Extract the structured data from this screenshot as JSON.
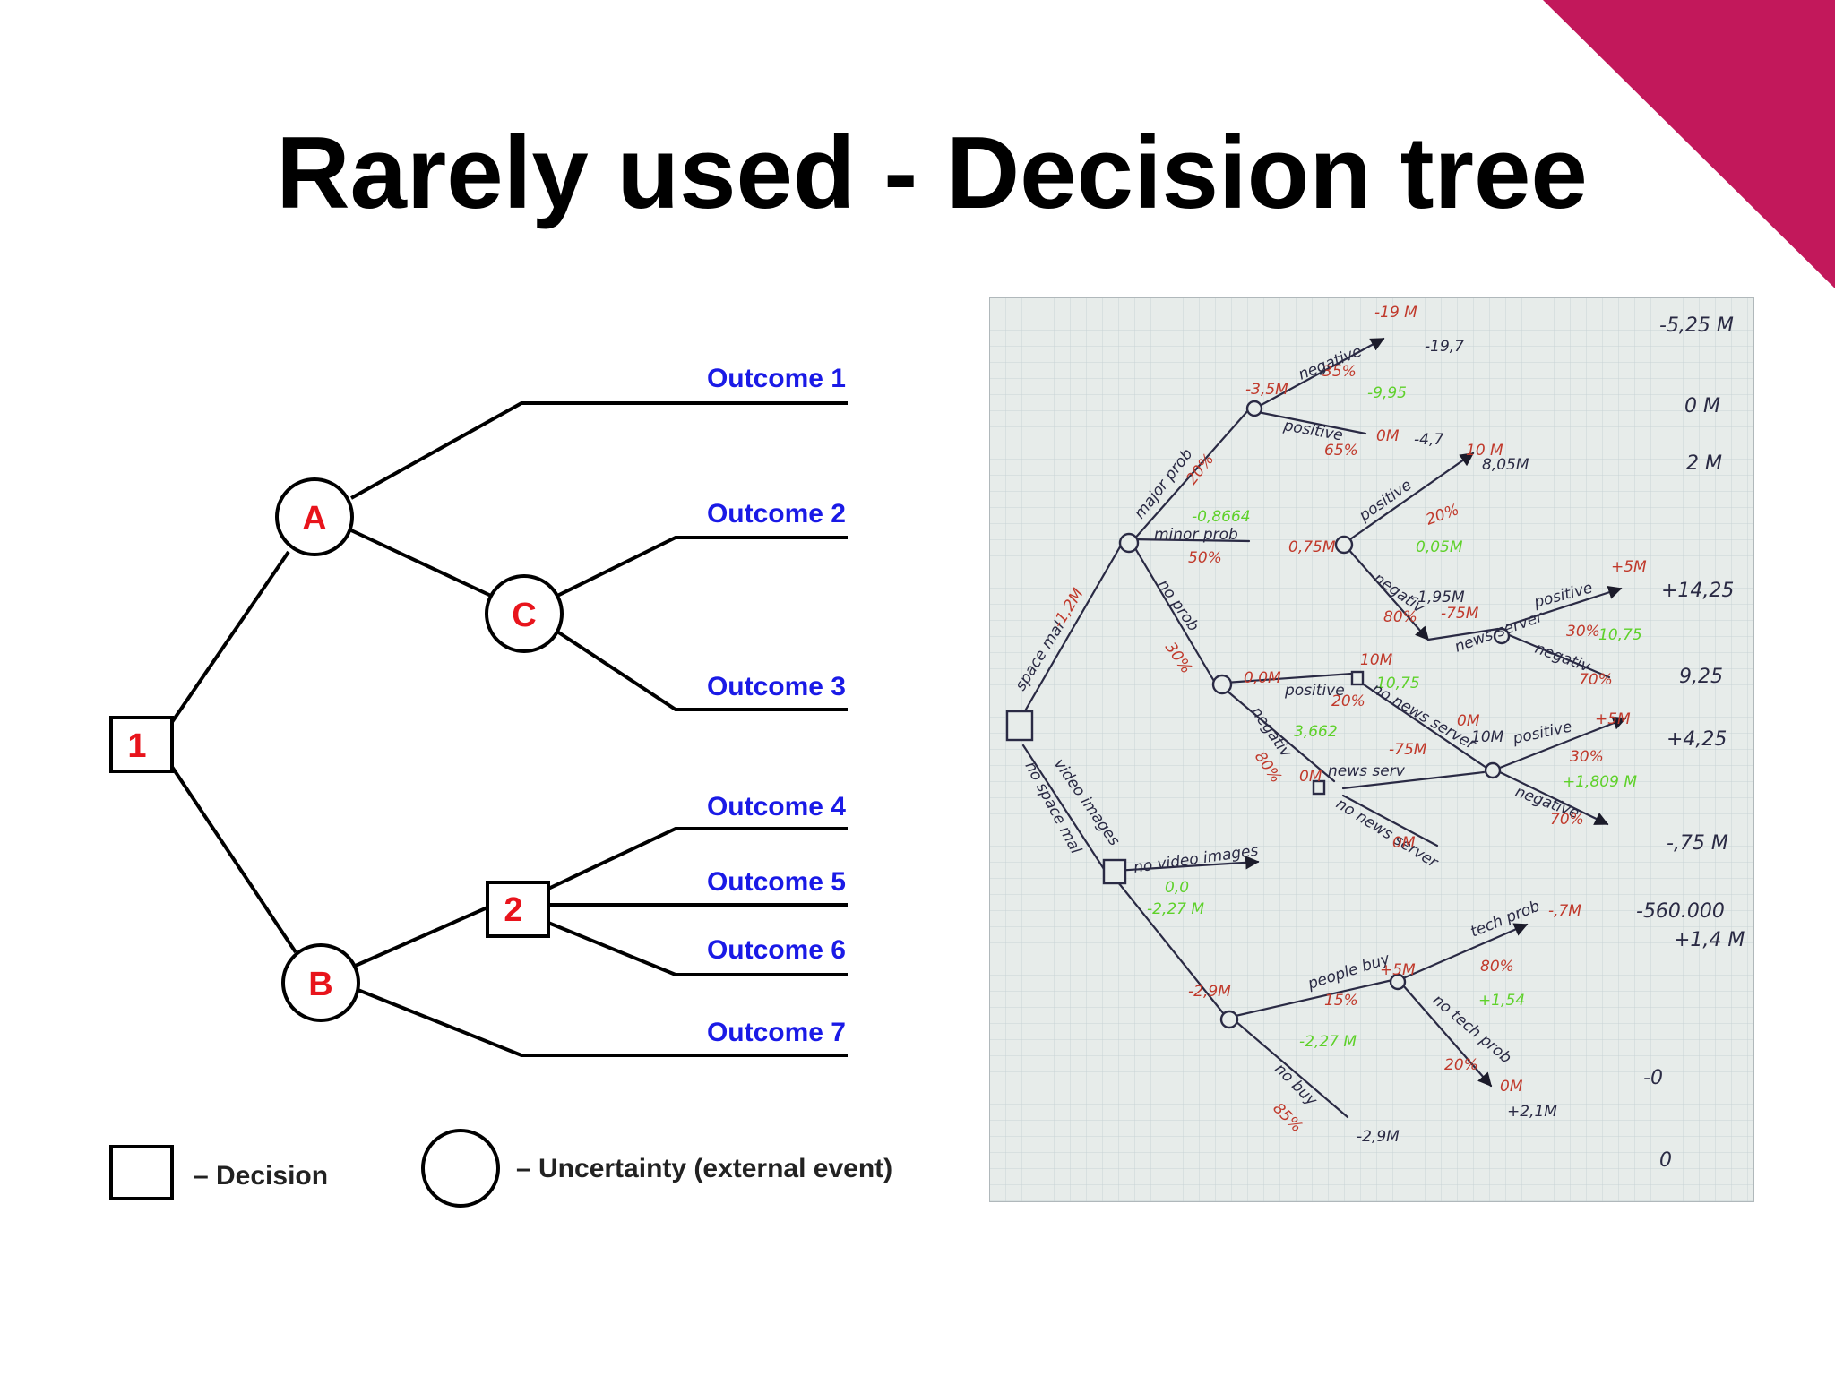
{
  "title": "Rarely used - Decision tree",
  "colors": {
    "accent": "#c2185b",
    "node_label": "#e8141c",
    "outcome": "#1a1ae6",
    "ink": "#000000",
    "hand_red": "#c0392b",
    "hand_green": "#5ed12a",
    "hand_dark": "#2a2a44",
    "paper": "#e7ecea"
  },
  "diagram": {
    "root_label": "1",
    "node_a": "A",
    "node_b": "B",
    "node_c": "C",
    "node_2": "2",
    "outcomes": [
      "Outcome 1",
      "Outcome 2",
      "Outcome 3",
      "Outcome 4",
      "Outcome 5",
      "Outcome 6",
      "Outcome 7"
    ],
    "legend": {
      "decision": "– Decision",
      "uncertainty": "– Uncertainty (external event)"
    }
  },
  "handwritten": {
    "right_column": [
      "-5,25 M",
      "0 M",
      "2 M",
      "+14,25",
      "9,25",
      "+4,25",
      "-,75 M",
      "-560.000",
      "+1,4 M",
      "-0",
      "0"
    ],
    "annotations": [
      "-19 M",
      "negative",
      "35%",
      "-19,7",
      "-9,95",
      "-3,5M",
      "positive",
      "0M",
      "-4,7",
      "65%",
      "major prob",
      "20%",
      "10 M",
      "positive",
      "20%",
      "8,05M",
      "0,05M",
      "-0,8664",
      "minor prob",
      "50%",
      "0,75M",
      "space mal",
      "-1,2M",
      "no prob",
      "30%",
      "negativ",
      "-1,95M",
      "80%",
      "-75M",
      "+5M",
      "positive",
      "30%",
      "10,75",
      "negativ",
      "70%",
      "news server",
      "0,0M",
      "10M",
      "positive",
      "20%",
      "10,75",
      "3,662",
      "no news server",
      "0M",
      "10M",
      "positive",
      "+5M",
      "30%",
      "+1,809 M",
      "negative",
      "70%",
      "negativ",
      "80%",
      "-75M",
      "news serv",
      "0M",
      "no news server",
      "0M",
      "no space mal",
      "video images",
      "no video images",
      "0,0",
      "-2,27 M",
      "-,7M",
      "tech prob",
      "80%",
      "-2,9M",
      "people buy",
      "+5M",
      "15%",
      "+1,54",
      "no tech prob",
      "20%",
      "0M",
      "-2,27 M",
      "no buy",
      "85%",
      "+2,1M",
      "-2,9M"
    ]
  }
}
